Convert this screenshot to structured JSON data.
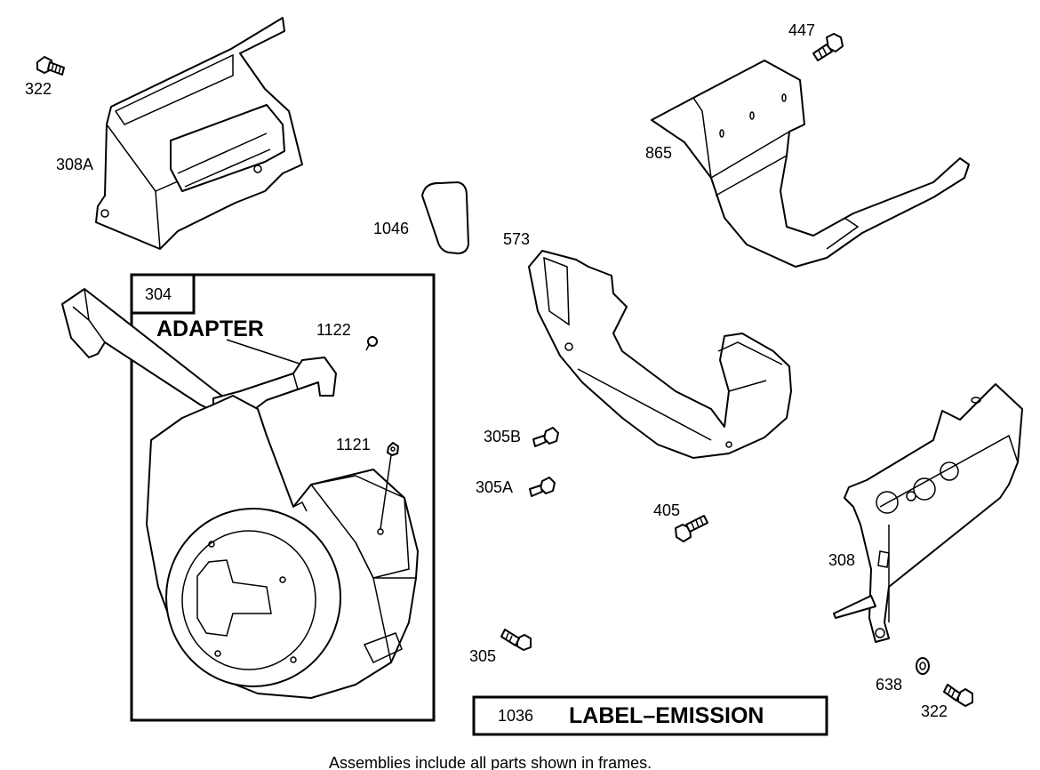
{
  "labels": {
    "p322_top": "322",
    "p308A": "308A",
    "p1046": "1046",
    "p573": "573",
    "p447": "447",
    "p865": "865",
    "p304": "304",
    "adapter": "ADAPTER",
    "p1122": "1122",
    "p1121": "1121",
    "p305B": "305B",
    "p305A": "305A",
    "p405": "405",
    "p308": "308",
    "p305": "305",
    "p638": "638",
    "p322_bottom": "322",
    "p1036": "1036",
    "label_emission": "LABEL–EMISSION"
  },
  "footer": "Assemblies include all parts shown in frames."
}
